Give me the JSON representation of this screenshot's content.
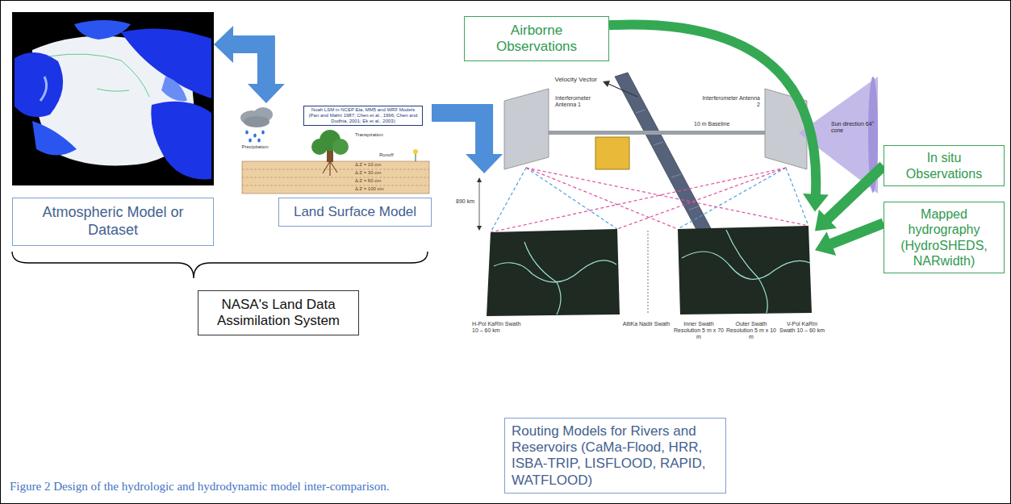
{
  "diagram": {
    "caption": "Figure 2 Design of the hydrologic and hydrodynamic model inter-comparison.",
    "nodes": [
      {
        "text": [
          "Atmospheric Model or Dataset"
        ]
      },
      {
        "text": [
          "Land Surface Model"
        ]
      },
      {
        "text": [
          "NASA's Land Data Assimilation System"
        ]
      },
      {
        "text": [
          "Airborne Observations"
        ]
      },
      {
        "text": [
          "In situ Observations"
        ]
      },
      {
        "text": [
          "Mapped hydrography (HydroSHEDS, NARwidth)"
        ]
      },
      {
        "text": [
          "Routing Models for Rivers and Reservoirs (CaMa-Flood, HRR, ISBA-TRIP, LISFLOOD, RAPID, WATFLOOD)"
        ]
      }
    ],
    "edges": [
      {
        "from": 0,
        "to": 1,
        "arrow": "both"
      },
      {
        "from": 1,
        "to": 6,
        "arrow": "to"
      },
      {
        "from": 3,
        "to": 6,
        "arrow": "to"
      },
      {
        "from": 4,
        "to": 6,
        "arrow": "to"
      },
      {
        "from": 5,
        "to": 6,
        "arrow": "to"
      }
    ],
    "labels": [
      "Noah LSM in NCEP Eta, MM5 and WRF Models (Pan and Mahrt 1987; Chen et al., 1996; Chen and Dudhia, 2001; Ek et al., 2003)",
      "Precipitation",
      "Transpiration",
      "Runoff",
      "Δ Z = 10 cm",
      "Δ Z = 30 cm",
      "Δ Z = 60 cm",
      "Δ Z = 100 cm",
      "Velocity Vector",
      "Interferometer Antenna 1",
      "Interferometer Antenna 2",
      "10 m Baseline",
      "Sun direction 64° cone",
      "890 km",
      "H-Pol KaRIn Swath 10 – 60 km",
      "AltiKa Nadir Swath",
      "Inner Swath Resolution 5 m x 70 m",
      "Outer Swath Resolution 5 m x 10 m",
      "V-Pol KaRIn Swath 10 – 60 km"
    ]
  }
}
